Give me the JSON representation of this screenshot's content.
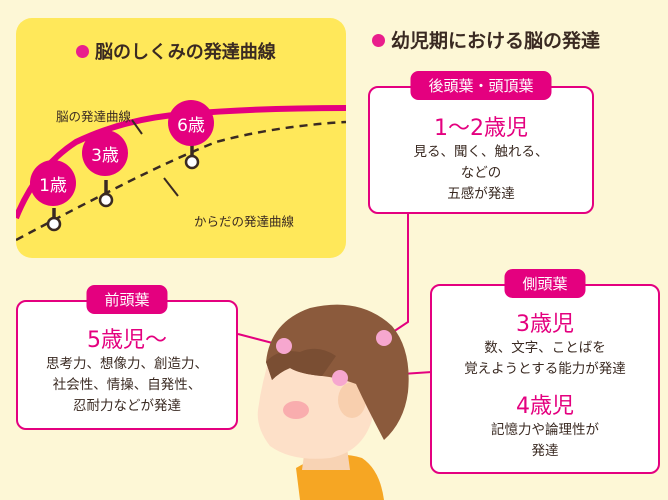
{
  "curve_panel": {
    "title": "脳のしくみの発達曲線",
    "brain_curve_label": "脳の発達曲線",
    "body_curve_label": "からだの発達曲線",
    "ages": [
      "1歳",
      "3歳",
      "6歳"
    ]
  },
  "main_title": "幼児期における脳の発達",
  "cards": {
    "occipital": {
      "tag": "後頭葉・頭頂葉",
      "age": "1〜2歳児",
      "lines": [
        "見る、聞く、触れる、",
        "などの",
        "五感が発達"
      ]
    },
    "frontal": {
      "tag": "前頭葉",
      "age": "5歳児〜",
      "lines": [
        "思考力、想像力、創造力、",
        "社会性、情操、自発性、",
        "忍耐力などが発達"
      ]
    },
    "temporal": {
      "tag": "側頭葉",
      "age1": "3歳児",
      "lines1": [
        "数、文字、ことばを",
        "覚えようとする能力が発達"
      ],
      "age2": "4歳児",
      "lines2": [
        "記憶力や論理性が",
        "発達"
      ]
    }
  },
  "colors": {
    "accent": "#e4007f",
    "panel": "#ffe85a",
    "background": "#fdf7d6",
    "hair": "#8b5a3c",
    "skin": "#fde0c8",
    "shirt": "#f6a623"
  }
}
